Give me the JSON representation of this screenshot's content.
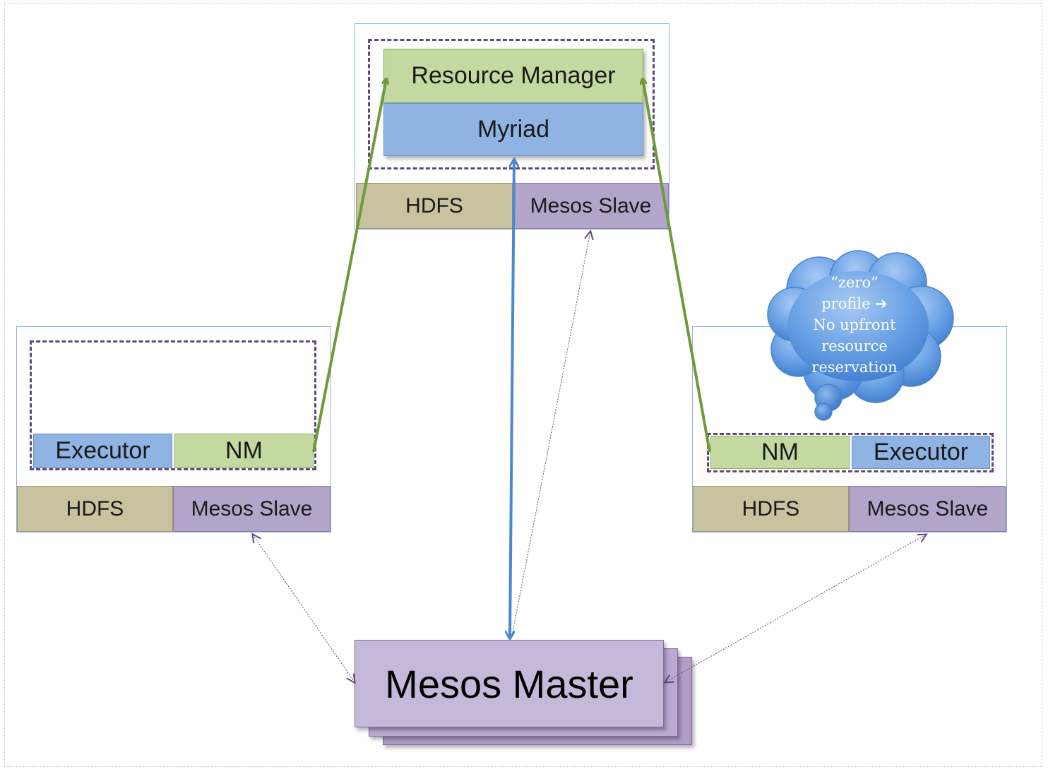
{
  "center_node": {
    "resource_manager": "Resource Manager",
    "myriad": "Myriad",
    "hdfs": "HDFS",
    "mesos_slave": "Mesos Slave"
  },
  "left_node": {
    "executor": "Executor",
    "nm": "NM",
    "hdfs": "HDFS",
    "mesos_slave": "Mesos Slave"
  },
  "right_node": {
    "nm": "NM",
    "executor": "Executor",
    "hdfs": "HDFS",
    "mesos_slave": "Mesos Slave"
  },
  "cloud": {
    "line1": "“zero”",
    "line2": "profile ➔",
    "line3": "No upfront",
    "line4": "resource",
    "line5": "reservation"
  },
  "master": {
    "label": "Mesos Master"
  },
  "colors": {
    "green_arrow": "#6f9a3a",
    "blue_arrow": "#4a88cf",
    "purple_dashed": "#5e4a7a",
    "cloud_fill": "#5b97df"
  }
}
